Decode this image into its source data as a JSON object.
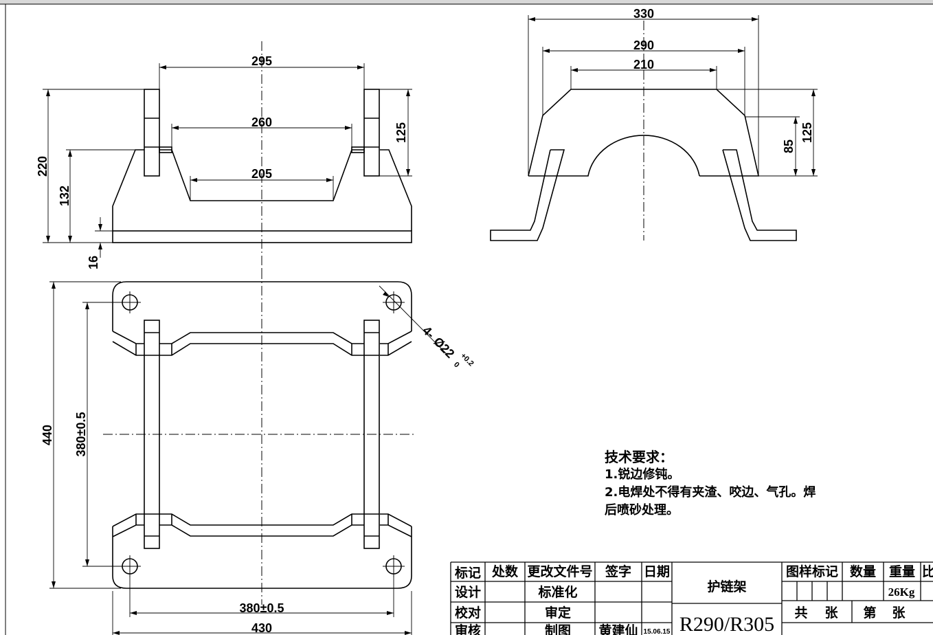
{
  "drawing": {
    "dimensions": {
      "top_width": "295",
      "top_inner": "260",
      "bottom_inner": "205",
      "total_height": "220",
      "base_height": "132",
      "plate_thickness": "16",
      "right_330": "330",
      "right_290": "290",
      "right_210": "210",
      "right_85": "85",
      "right_125": "125",
      "left_125": "125",
      "plan_height": "440",
      "hole_spacing_v": "380±0.5",
      "hole_spacing_h": "380±0.5",
      "plan_width": "430",
      "holes_prefix": "4-",
      "holes_dia": "Ø22",
      "tol_upper": "+0.2",
      "tol_lower": "0"
    }
  },
  "notes": {
    "title": "技术要求：",
    "item1": "1.锐边修钝。",
    "item2a": "2.电焊处不得有夹渣、咬边、气孔。焊",
    "item2b": "后喷砂处理。"
  },
  "title_block": {
    "h_mark": "标记",
    "h_count": "处数",
    "h_doc": "更改文件号",
    "h_sign": "签字",
    "h_date": "日期",
    "r_design": "设计",
    "r_check": "校对",
    "r_review": "审核",
    "standardize": "标准化",
    "approve": "审定",
    "draw": "制图",
    "drawer_name": "黄建仙",
    "drawer_date": "15.06.15",
    "part_name": "护链架",
    "part_number": "R290/R305",
    "pattern_mark": "图样标记",
    "quantity": "数量",
    "weight": "重量",
    "scale_cut": "比",
    "weight_value": "26Kg",
    "total": "共",
    "sheets": "张",
    "sheet_no": "第",
    "sheets2": "张"
  }
}
